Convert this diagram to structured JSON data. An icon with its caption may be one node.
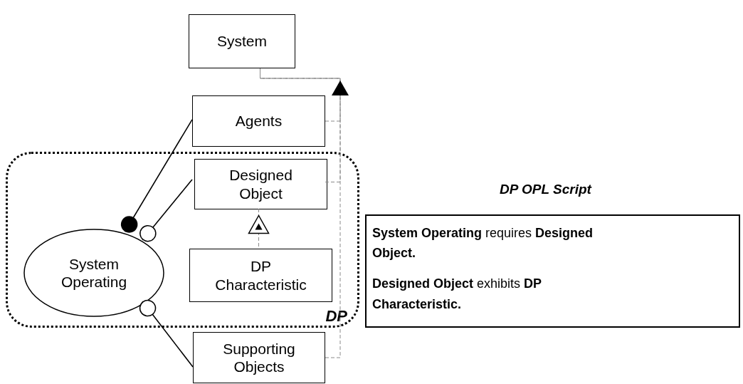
{
  "diagram": {
    "nodes": [
      {
        "text": [
          "System"
        ]
      },
      {
        "text": [
          "DP"
        ]
      },
      {
        "text": [
          "Agents"
        ]
      },
      {
        "text": [
          "Designed Object"
        ],
        "in": 1
      },
      {
        "text": [
          "DP Characteristic"
        ],
        "in": 1
      },
      {
        "text": [
          "System Operating"
        ],
        "in": 1
      },
      {
        "text": [
          "Supporting Objects"
        ]
      },
      {
        "text": [
          "DP OPL Script",
          "**System Operating** requires **Designed Object.**",
          "**Designed Object** exhibits **DP Characteristic.**"
        ]
      }
    ],
    "edges": [
      {
        "from": 2,
        "to": 5,
        "arrow": "other",
        "color": "#000000"
      },
      {
        "from": 3,
        "to": 5,
        "arrow": "other",
        "color": "#000000"
      },
      {
        "from": 6,
        "to": 5,
        "arrow": "other",
        "color": "#000000"
      },
      {
        "from": 4,
        "to": 3,
        "arrow": "to",
        "style": "dashed",
        "color": "#8a8a8a"
      },
      {
        "from": 2,
        "to": 0,
        "arrow": "to",
        "style": "dashed",
        "color": "#8a8a8a"
      },
      {
        "from": 3,
        "to": 0,
        "arrow": "to",
        "style": "dashed",
        "color": "#8a8a8a"
      },
      {
        "from": 6,
        "to": 0,
        "arrow": "to",
        "style": "dashed",
        "color": "#8a8a8a"
      }
    ]
  }
}
